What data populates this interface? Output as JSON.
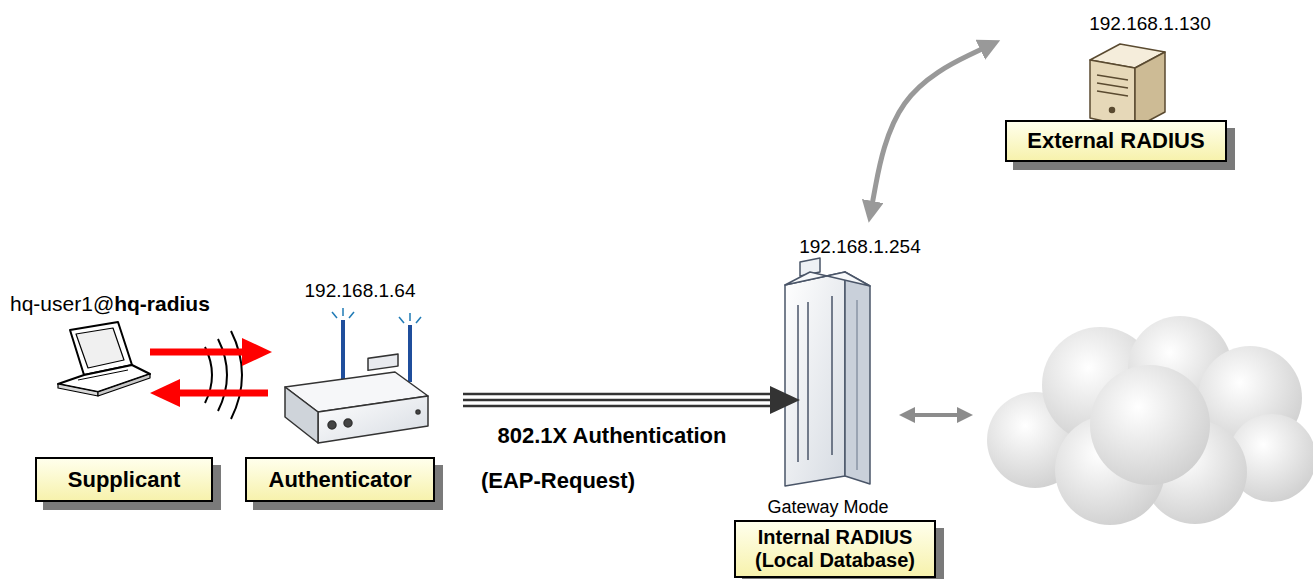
{
  "diagram": {
    "nodes": [
      {
        "text": [
          "Supplicant"
        ]
      },
      {
        "text": [
          "Authenticator"
        ]
      },
      {
        "text": [
          "Internal RADIUS (Local Database)"
        ]
      },
      {
        "text": [
          "External RADIUS"
        ]
      }
    ],
    "edges": [
      {
        "from": 0,
        "to": 1,
        "arrow": "to"
      },
      {
        "from": 1,
        "to": 0,
        "arrow": "to"
      },
      {
        "from": 1,
        "to": 2,
        "arrow": "to"
      },
      {
        "from": 2,
        "to": 3,
        "arrow": "both"
      }
    ],
    "labels": [
      "hq-user1@hq-radius",
      "192.168.1.64",
      "802.1X Authentication",
      "(EAP-Request)",
      "192.168.1.254",
      "Gateway Mode",
      "192.168.1.130"
    ]
  }
}
